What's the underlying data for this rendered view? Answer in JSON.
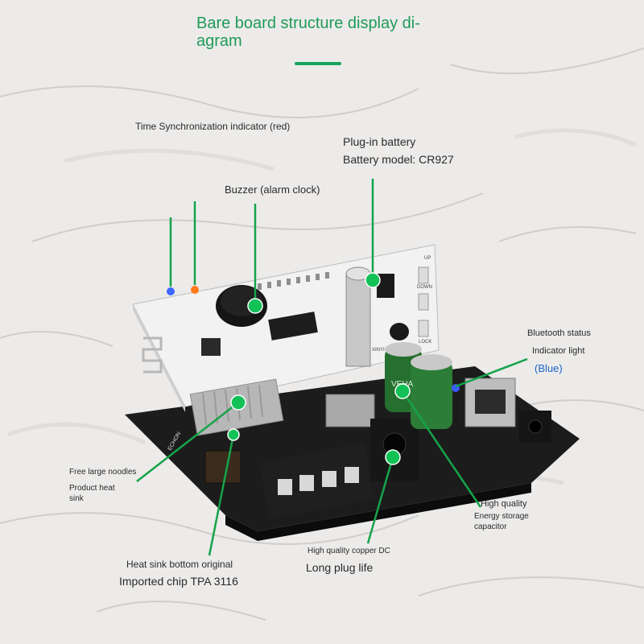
{
  "title": {
    "line1": "Bare board structure display di-",
    "line2": "agram"
  },
  "labels": {
    "time_sync": "Time Synchronization indicator (red)",
    "plugin_battery": "Plug-in battery",
    "battery_model": "Battery model: CR927",
    "buzzer": "Buzzer (alarm clock)",
    "bluetooth_status": "Bluetooth status",
    "indicator_light": "Indicator light",
    "blue": "(Blue)",
    "free_noodles": "Free large noodles",
    "product_heat": "Product heat",
    "sink": "sink",
    "high_quality": "High quality",
    "energy_storage": "Energy storage",
    "capacitor": "capacitor",
    "copper_dc": "High quality copper DC",
    "long_plug": "Long plug life",
    "heat_sink_bottom": "Heat sink bottom original",
    "imported_chip": "Imported chip TPA 3116"
  },
  "board_markings": {
    "up": "UP",
    "down": "DOWN",
    "lock": "LOCK",
    "brand": "XINYI",
    "cap_brand": "VEHA",
    "side": "ECHON"
  },
  "colors": {
    "accent": "#1aa35a",
    "marker": "#12c257",
    "line": "#16a34a",
    "blue_text": "#1a64c8",
    "pcb_black": "#1c1c1c",
    "pcb_white": "#f2f2f2"
  }
}
